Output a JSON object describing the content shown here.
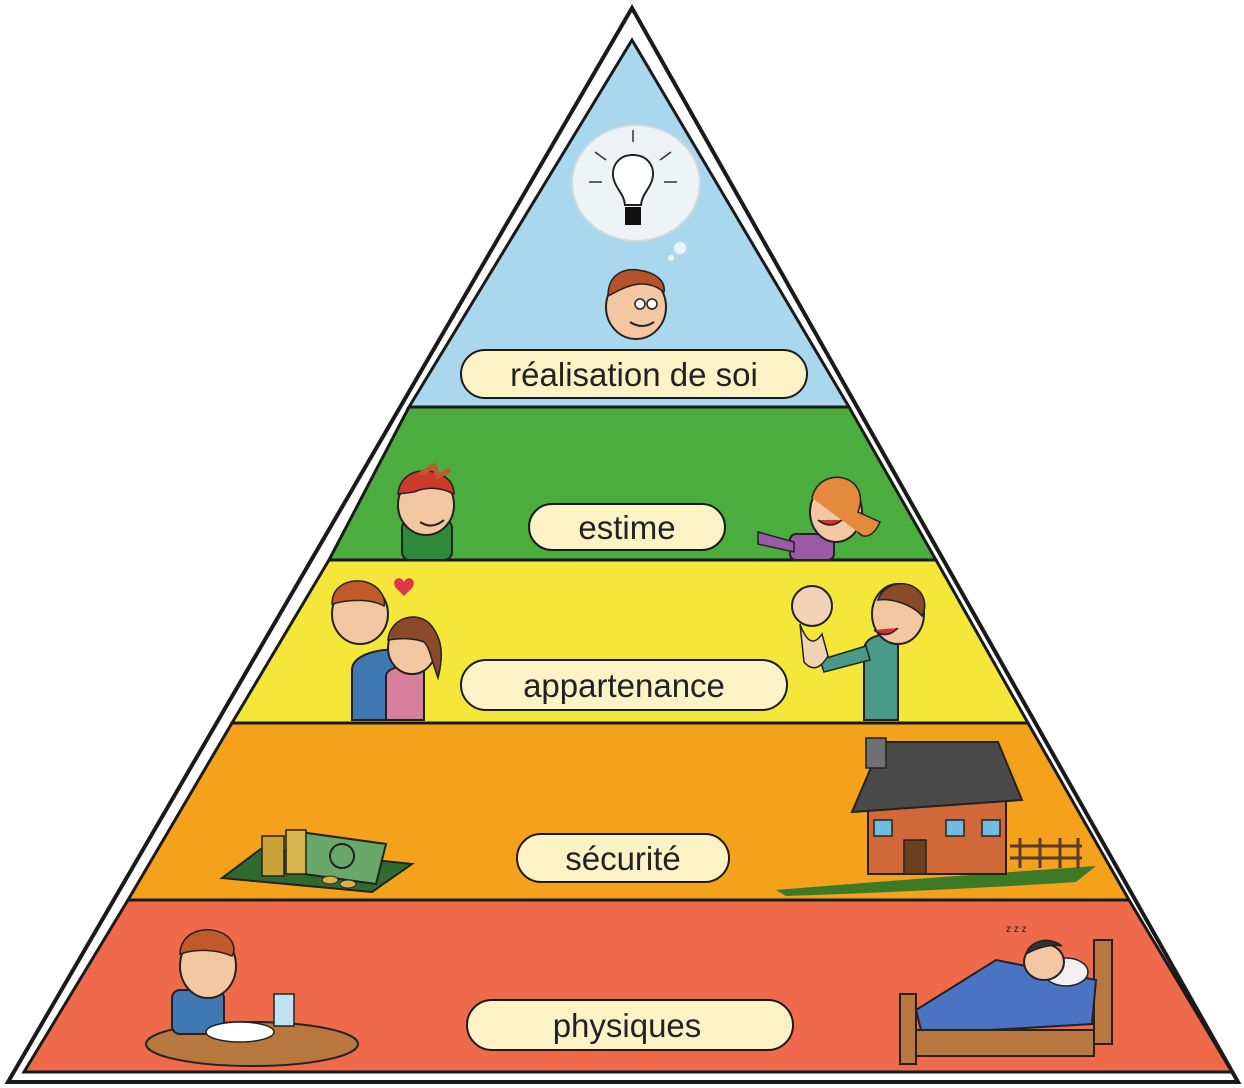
{
  "pyramid": {
    "levels": [
      {
        "label": "réalisation de soi",
        "color": "#a9d8ee",
        "icon": "thought-bubble-lightbulb-icon"
      },
      {
        "label": "estime",
        "color": "#4aad3e",
        "icon": "children-greeting-icon"
      },
      {
        "label": "appartenance",
        "color": "#f4e73a",
        "icon": "family-hug-icon"
      },
      {
        "label": "sécurité",
        "color": "#f4a21c",
        "icon": "house-and-money-icon"
      },
      {
        "label": "physiques",
        "color": "#ee6a4b",
        "icon": "meal-and-bed-icon"
      }
    ],
    "label_pill_color": "#fdf1c6",
    "outline_color": "#1a1a1a"
  }
}
